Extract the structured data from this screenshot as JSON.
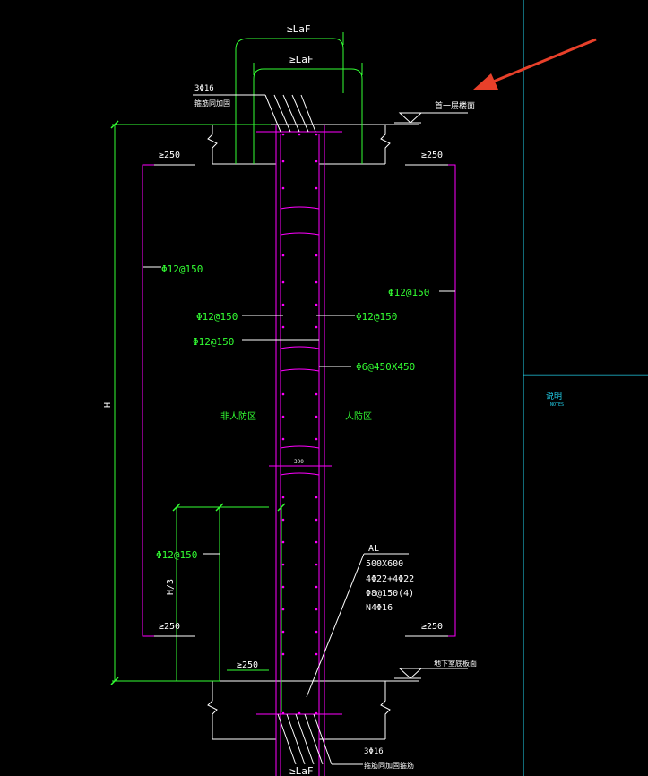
{
  "labels": {
    "laf_top_outer": "≥LaF",
    "laf_top_inner": "≥LaF",
    "laf_bottom": "≥LaF",
    "rebar_top_count": "3Φ16",
    "rebar_top_note": "箍筋同加固",
    "rebar_bottom_count": "3Φ16",
    "rebar_bottom_note": "箍筋同加固箍筋",
    "level_top": "首一层楼面",
    "level_bottom": "地下室底板面",
    "min250_top_left": "≥250",
    "min250_top_right": "≥250",
    "min250_bottom_left": "≥250",
    "min250_bottom_right": "≥250",
    "min250_base": "≥250",
    "rebar_left_main": "Φ12@150",
    "rebar_right_main": "Φ12@150",
    "rebar_left_mid1": "Φ12@150",
    "rebar_left_mid2": "Φ12@150",
    "rebar_right_mid": "Φ12@150",
    "stirrup": "Φ6@450X450",
    "rebar_left_lower": "Φ12@150",
    "height_H": "H",
    "height_H3": "H/3",
    "zone_left": "非人防区",
    "zone_right": "人防区",
    "wall_thickness": "300",
    "col_tag": "AL",
    "col_size": "500X600",
    "col_main": "4Φ22+4Φ22",
    "col_stirrup": "Φ8@150(4)",
    "col_side": "N4Φ16",
    "notes_title": "说明",
    "notes_subtitle": "NOTES"
  },
  "colors": {
    "background": "#000000",
    "green": "#33ff33",
    "magenta": "#ff00ff",
    "white": "#ffffff",
    "cyan": "#22d3ee",
    "arrow": "#e8402a"
  },
  "icons": {
    "pointer": "red-arrow-icon",
    "elevation": "level-triangle-icon"
  }
}
